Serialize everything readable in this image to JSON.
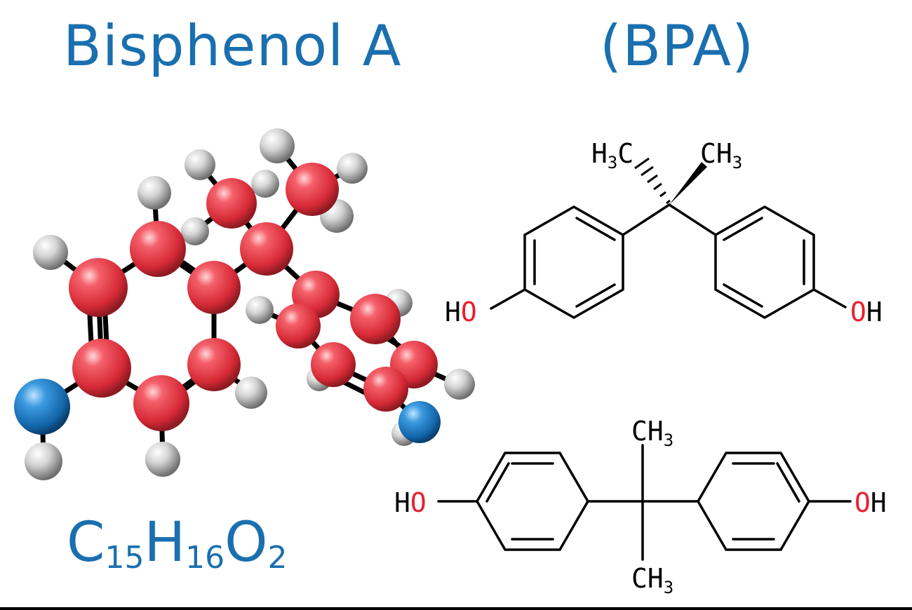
{
  "title": {
    "name": "Bisphenol A",
    "abbreviation": "(BPA)"
  },
  "formula": {
    "c": "C",
    "c_count": "15",
    "h": "H",
    "h_count": "16",
    "o": "O",
    "o_count": "2"
  },
  "labels": {
    "h3c": "H",
    "h3c_sub": "3",
    "h3c_tail": "C",
    "ch3": "CH",
    "ch3_sub": "3",
    "oh_o": "O",
    "oh_h": "H",
    "ho_h": "H",
    "ho_o": "O"
  },
  "colors": {
    "title": "#1a6faf",
    "carbon": "#e8404a",
    "oxygen_ball": "#1d72b8",
    "hydrogen": "#d9d9d9",
    "oxygen_label": "#e8202e",
    "bond": "#000000"
  }
}
